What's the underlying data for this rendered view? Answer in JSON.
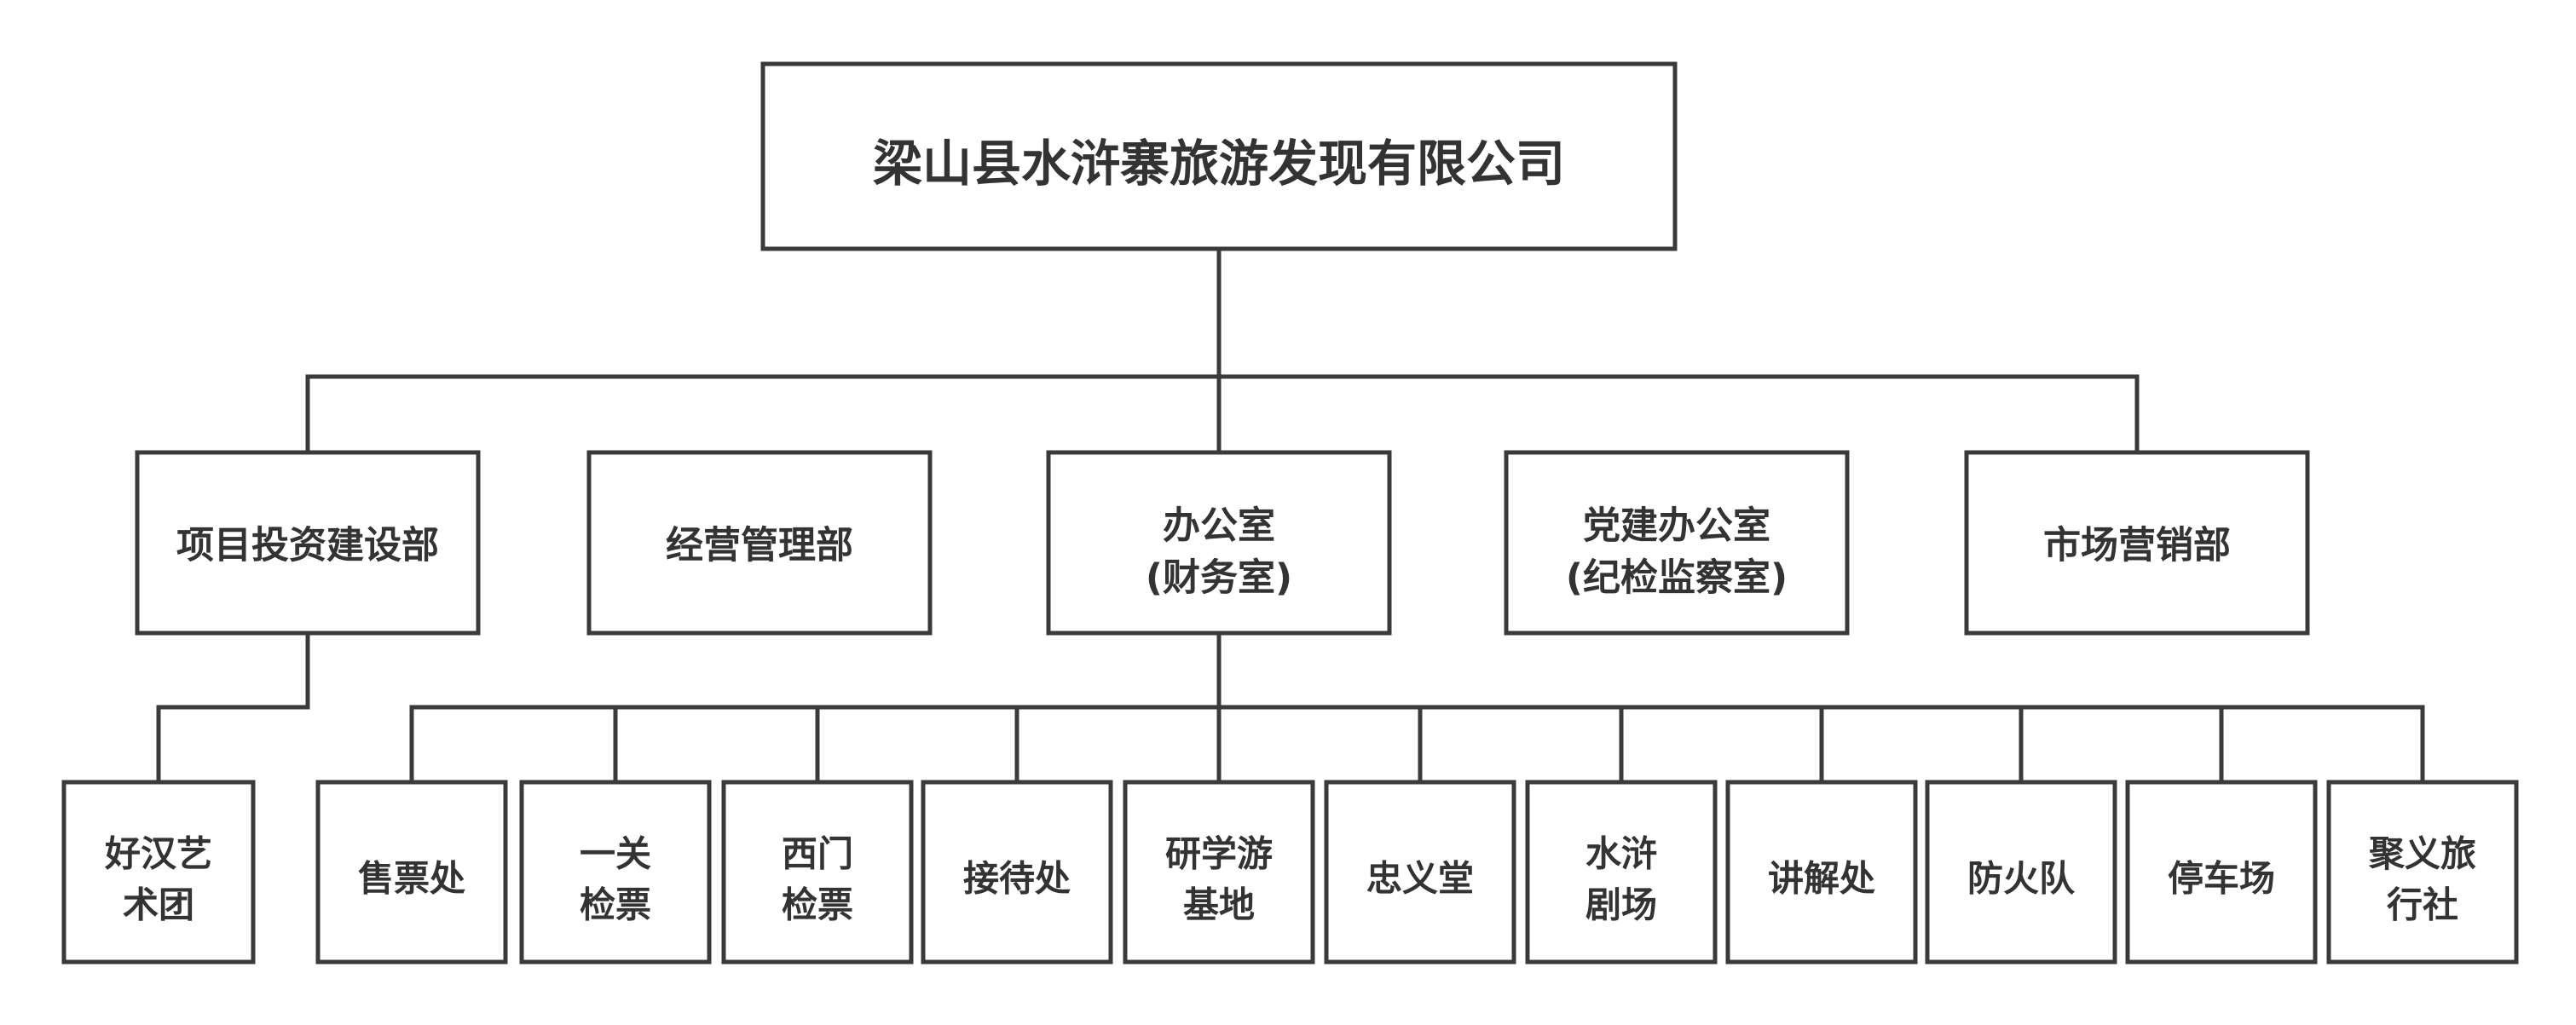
{
  "org_chart": {
    "root": {
      "name": "梁山县水浒寨旅游发现有限公司"
    },
    "departments": [
      {
        "name": "项目投资建设部"
      },
      {
        "name": "经营管理部"
      },
      {
        "name": "办公室",
        "sub": "(财务室)"
      },
      {
        "name": "党建办公室",
        "sub": "(纪检监察室)"
      },
      {
        "name": "市场营销部"
      }
    ],
    "units_under_project": [
      {
        "lines": [
          "好汉艺",
          "术团"
        ]
      }
    ],
    "units_under_office": [
      {
        "lines": [
          "售票处"
        ]
      },
      {
        "lines": [
          "一关",
          "检票"
        ]
      },
      {
        "lines": [
          "西门",
          "检票"
        ]
      },
      {
        "lines": [
          "接待处"
        ]
      },
      {
        "lines": [
          "研学游",
          "基地"
        ]
      },
      {
        "lines": [
          "忠义堂"
        ]
      },
      {
        "lines": [
          "水浒",
          "剧场"
        ]
      },
      {
        "lines": [
          "讲解处"
        ]
      },
      {
        "lines": [
          "防火队"
        ]
      },
      {
        "lines": [
          "停车场"
        ]
      },
      {
        "lines": [
          "聚义旅",
          "行社"
        ]
      }
    ]
  }
}
